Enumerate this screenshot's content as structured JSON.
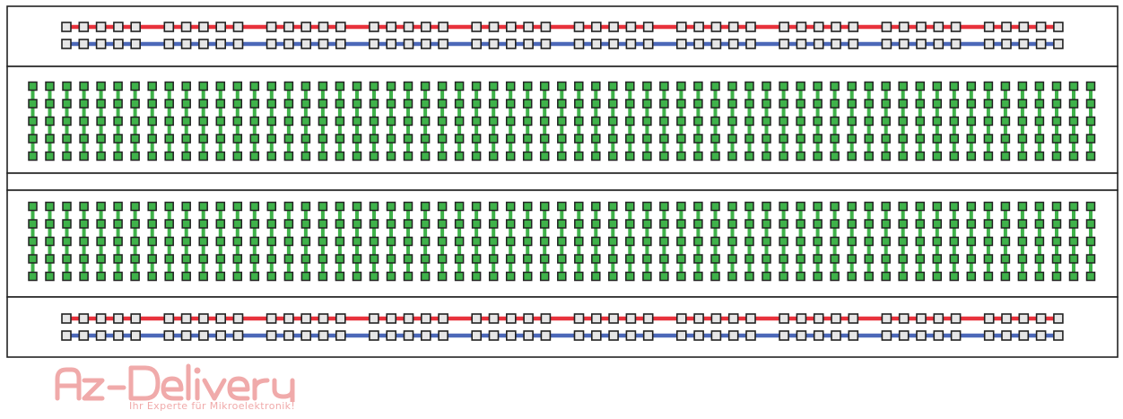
{
  "breadboard": {
    "rail_colors": {
      "positive": "#e8323c",
      "negative": "#4c68b8",
      "hole_fill": "#e6e6e6",
      "hole_outline": "#222222"
    },
    "terminal_colors": {
      "hole_fill": "#3fb24a",
      "hole_outline": "#222222",
      "connector": "#3fb24a"
    },
    "outline_color": "#222222",
    "rails": {
      "groups": 10,
      "holes_per_group": 5
    },
    "terminal_strips": {
      "columns": 63,
      "rows_per_strip": 5,
      "strips": 2
    }
  },
  "watermark": {
    "brand": "Az-Delivery",
    "tagline": "Ihr Experte für Mikroelektronik!",
    "color": "#f0aaaa"
  }
}
